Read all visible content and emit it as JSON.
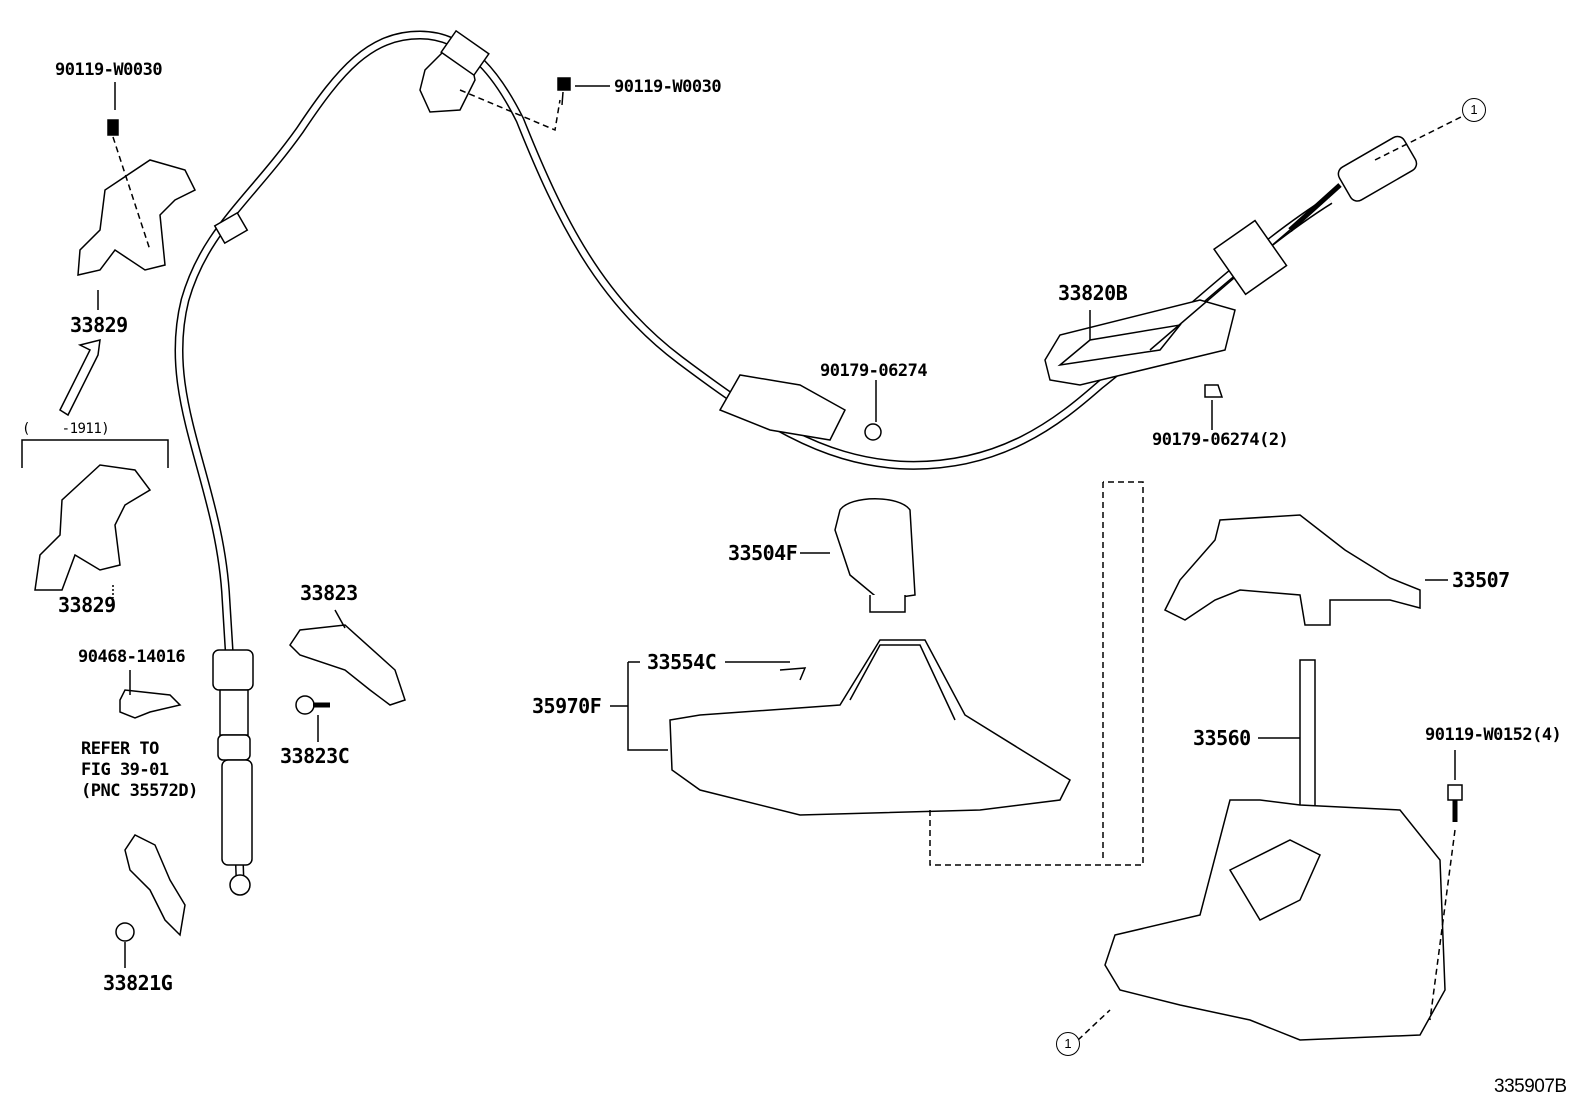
{
  "diagram": {
    "parts": [
      {
        "id": "bolt-top-left",
        "label": "90119-W0030"
      },
      {
        "id": "bolt-top-center",
        "label": "90119-W0030"
      },
      {
        "id": "bracket-upper",
        "label": "33829"
      },
      {
        "id": "date-range",
        "label": "(    -1911)"
      },
      {
        "id": "bracket-lower",
        "label": "33829"
      },
      {
        "id": "clip",
        "label": "90468-14016"
      },
      {
        "id": "refer-1",
        "label": "REFER TO"
      },
      {
        "id": "refer-2",
        "label": "FIG 39-01"
      },
      {
        "id": "refer-3",
        "label": "(PNC 35572D)"
      },
      {
        "id": "nut-left",
        "label": "33821G"
      },
      {
        "id": "plate",
        "label": "33823"
      },
      {
        "id": "screw",
        "label": "33823C"
      },
      {
        "id": "cable-retainer",
        "label": "33820B"
      },
      {
        "id": "nut-center",
        "label": "90179-06274"
      },
      {
        "id": "nut-right",
        "label": "90179-06274(2)"
      },
      {
        "id": "knob",
        "label": "33504F"
      },
      {
        "id": "insert",
        "label": "33554C"
      },
      {
        "id": "housing",
        "label": "35970F"
      },
      {
        "id": "cover",
        "label": "33507"
      },
      {
        "id": "lever",
        "label": "33560"
      },
      {
        "id": "bolt-right",
        "label": "90119-W0152(4)"
      }
    ],
    "reference_marks": [
      "1",
      "1"
    ],
    "drawing_code": "335907B"
  }
}
